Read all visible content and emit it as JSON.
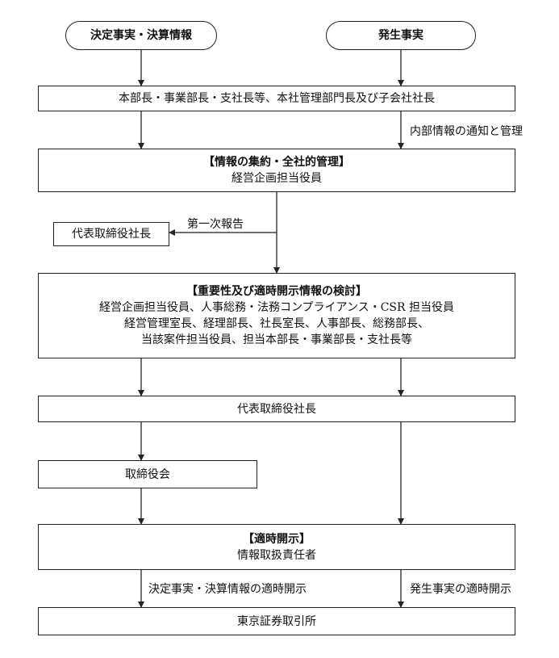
{
  "start_nodes": {
    "decision": "決定事実・決算情報",
    "occurrence": "発生事実"
  },
  "reporting_box": "本部長・事業部長・支社長等、本社管理部門長及び子会社社長",
  "internal_notice_label": "内部情報の通知と管理",
  "management_box": {
    "title": "【情報の集約・全社的管理】",
    "line1": "経営企画担当役員"
  },
  "first_report_label": "第一次報告",
  "president_side_box": "代表取締役社長",
  "review_box": {
    "title": "【重要性及び適時開示情報の検討】",
    "line1": "経営企画担当役員、人事総務・法務コンプライアンス・CSR 担当役員",
    "line2": "経営管理室長、経理部長、社長室長、人事部長、総務部長、",
    "line3": "当該案件担当役員、担当本部長・事業部長・支社長等"
  },
  "president_box": "代表取締役社長",
  "board_box": "取締役会",
  "disclosure_box": {
    "title": "【適時開示】",
    "line1": "情報取扱責任者"
  },
  "decision_disclosure_label": "決定事実・決算情報の適時開示",
  "occurrence_disclosure_label": "発生事実の適時開示",
  "exchange_box": "東京証券取引所"
}
